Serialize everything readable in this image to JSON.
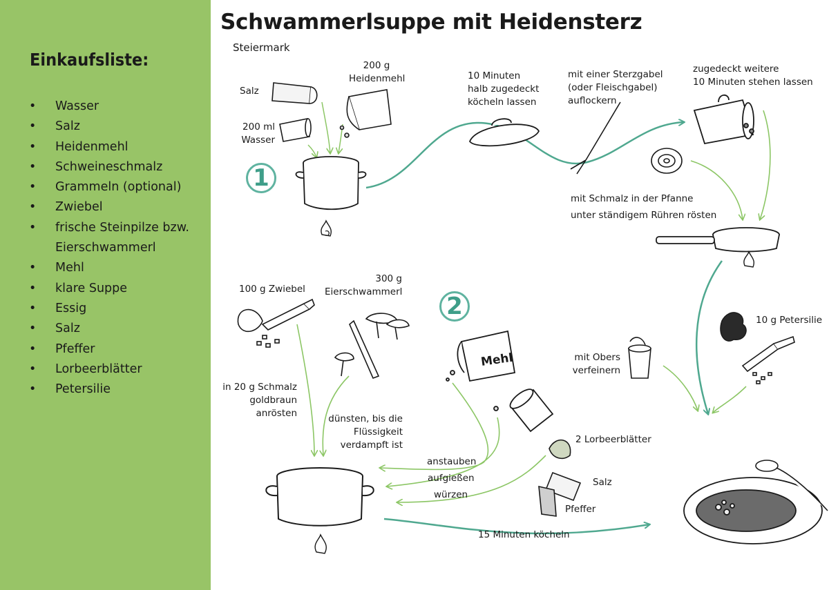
{
  "shopping_list": {
    "title": "Einkaufsliste:",
    "bullet": "•",
    "items": [
      "Wasser",
      "Salz",
      "Heidenmehl",
      "Schweineschmalz",
      "Grammeln (optional)",
      "Zwiebel",
      "frische Steinpilze bzw.",
      "Eierschwammerl",
      "Mehl",
      "klare Suppe",
      "Essig",
      "Salz",
      "Pfeffer",
      "Lorbeerblätter",
      "Petersilie"
    ]
  },
  "recipe": {
    "title": "Schwammerlsuppe mit Heidensterz",
    "region": "Steiermark"
  },
  "step1": {
    "number": "1",
    "salt": "Salz",
    "flour_line1": "200 g",
    "flour_line2": "Heidenmehl",
    "water_line1": "200 ml",
    "water_line2": "Wasser",
    "simmer_line1": "10 Minuten",
    "simmer_line2": "halb zugedeckt",
    "simmer_line3": "köcheln lassen",
    "fork_line1": "mit einer Sterzgabel",
    "fork_line2": "(oder Fleischgabel)",
    "fork_line3": "auflockern",
    "rest_line1": "zugedeckt weitere",
    "rest_line2": "10 Minuten stehen lassen",
    "roast_line1": "mit Schmalz in der Pfanne",
    "roast_line2": "unter ständigem Rühren rösten",
    "pot_mark": "ɔ"
  },
  "step2": {
    "number": "2",
    "onion": "100 g Zwiebel",
    "mushroom_line1": "300 g",
    "mushroom_line2": "Eierschwammerl",
    "fry_line1": "in 20 g Schmalz",
    "fry_line2": "goldbraun",
    "fry_line3": "anrösten",
    "steam_line1": "dünsten, bis die",
    "steam_line2": "Flüssigkeit",
    "steam_line3": "verdampft ist",
    "flour_bag": "Mehl",
    "dust": "anstauben",
    "pour": "aufgießen",
    "season": "würzen",
    "bay": "2 Lorbeerblätter",
    "salt": "Salz",
    "pepper": "Pfeffer",
    "cream_line1": "mit Obers",
    "cream_line2": "verfeinern",
    "parsley": "10 g Petersilie",
    "simmer": "15 Minuten köcheln"
  },
  "colors": {
    "sidebar": "#98c467",
    "teal": "#4fa88f",
    "green": "#8cc665",
    "ink": "#1a1a1a"
  }
}
